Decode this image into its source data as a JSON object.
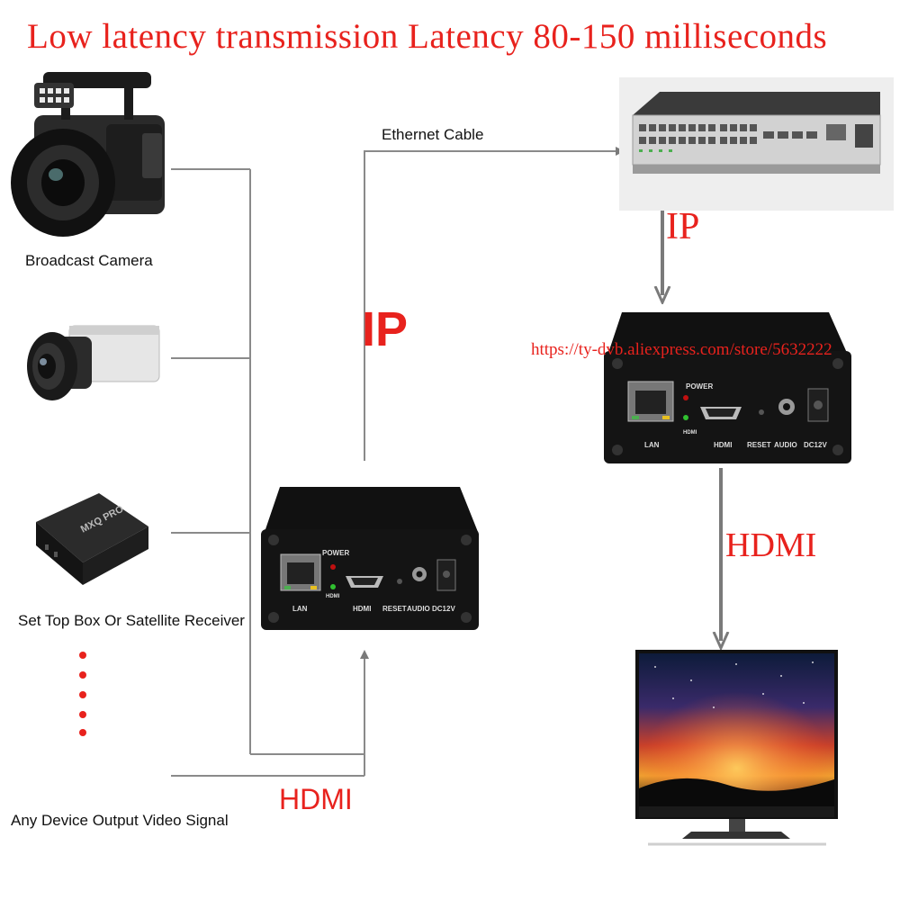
{
  "title": "Low latency transmission Latency 80-150 milliseconds",
  "sources": {
    "camera_label": "Broadcast Camera",
    "stb_label": "Set Top Box Or Satellite Receiver",
    "any_label": "Any Device Output Video Signal"
  },
  "links": {
    "ethernet_label": "Ethernet Cable",
    "ip_left": "IP",
    "ip_right": "IP",
    "hdmi_bottom": "HDMI",
    "hdmi_right": "HDMI"
  },
  "encoder_ports": {
    "power": "POWER",
    "hdmi_led": "HDMI",
    "lan": "LAN",
    "hdmi": "HDMI",
    "reset": "RESET",
    "audio": "AUDIO",
    "dc": "DC12V"
  },
  "decoder_ports": {
    "power": "POWER",
    "hdmi_led": "HDMI",
    "lan": "LAN",
    "hdmi": "HDMI",
    "reset": "RESET",
    "audio": "AUDIO",
    "dc": "DC12V"
  },
  "watermark": "https://ty-dvb.aliexpress.com/store/5632222",
  "stb_brand": "MXQ PRO",
  "colors": {
    "red": "#e8221d",
    "line": "#7a7a7a",
    "device": "#1a1a1a"
  }
}
